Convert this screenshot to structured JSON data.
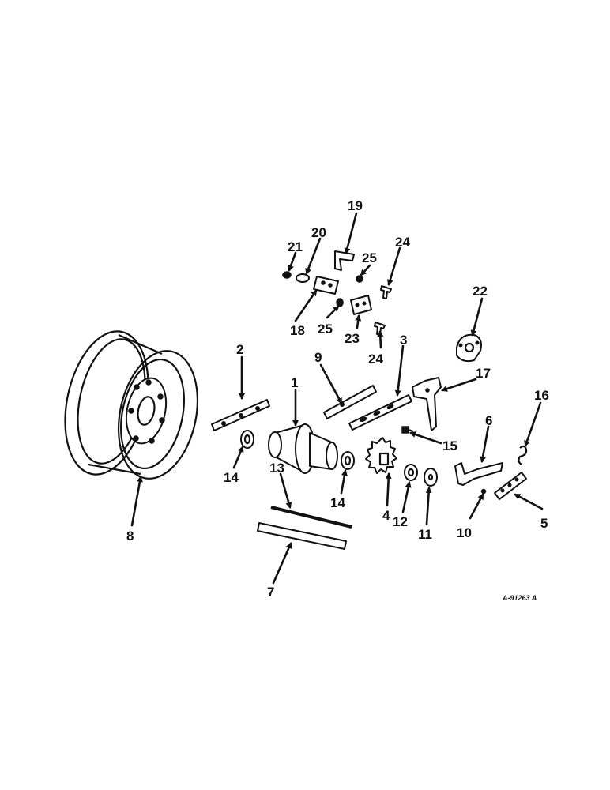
{
  "drawing_ref": "A-91263 A",
  "callouts": [
    {
      "id": "c1",
      "label": "1"
    },
    {
      "id": "c2",
      "label": "2"
    },
    {
      "id": "c3",
      "label": "3"
    },
    {
      "id": "c4",
      "label": "4"
    },
    {
      "id": "c5",
      "label": "5"
    },
    {
      "id": "c6",
      "label": "6"
    },
    {
      "id": "c7",
      "label": "7"
    },
    {
      "id": "c8",
      "label": "8"
    },
    {
      "id": "c9",
      "label": "9"
    },
    {
      "id": "c10",
      "label": "10"
    },
    {
      "id": "c11",
      "label": "11"
    },
    {
      "id": "c12",
      "label": "12"
    },
    {
      "id": "c13",
      "label": "13"
    },
    {
      "id": "c14a",
      "label": "14"
    },
    {
      "id": "c14b",
      "label": "14"
    },
    {
      "id": "c15",
      "label": "15"
    },
    {
      "id": "c16",
      "label": "16"
    },
    {
      "id": "c17",
      "label": "17"
    },
    {
      "id": "c18",
      "label": "18"
    },
    {
      "id": "c19",
      "label": "19"
    },
    {
      "id": "c20",
      "label": "20"
    },
    {
      "id": "c21",
      "label": "21"
    },
    {
      "id": "c22",
      "label": "22"
    },
    {
      "id": "c23",
      "label": "23"
    },
    {
      "id": "c24a",
      "label": "24"
    },
    {
      "id": "c24b",
      "label": "24"
    },
    {
      "id": "c25a",
      "label": "25"
    },
    {
      "id": "c25b",
      "label": "25"
    }
  ]
}
